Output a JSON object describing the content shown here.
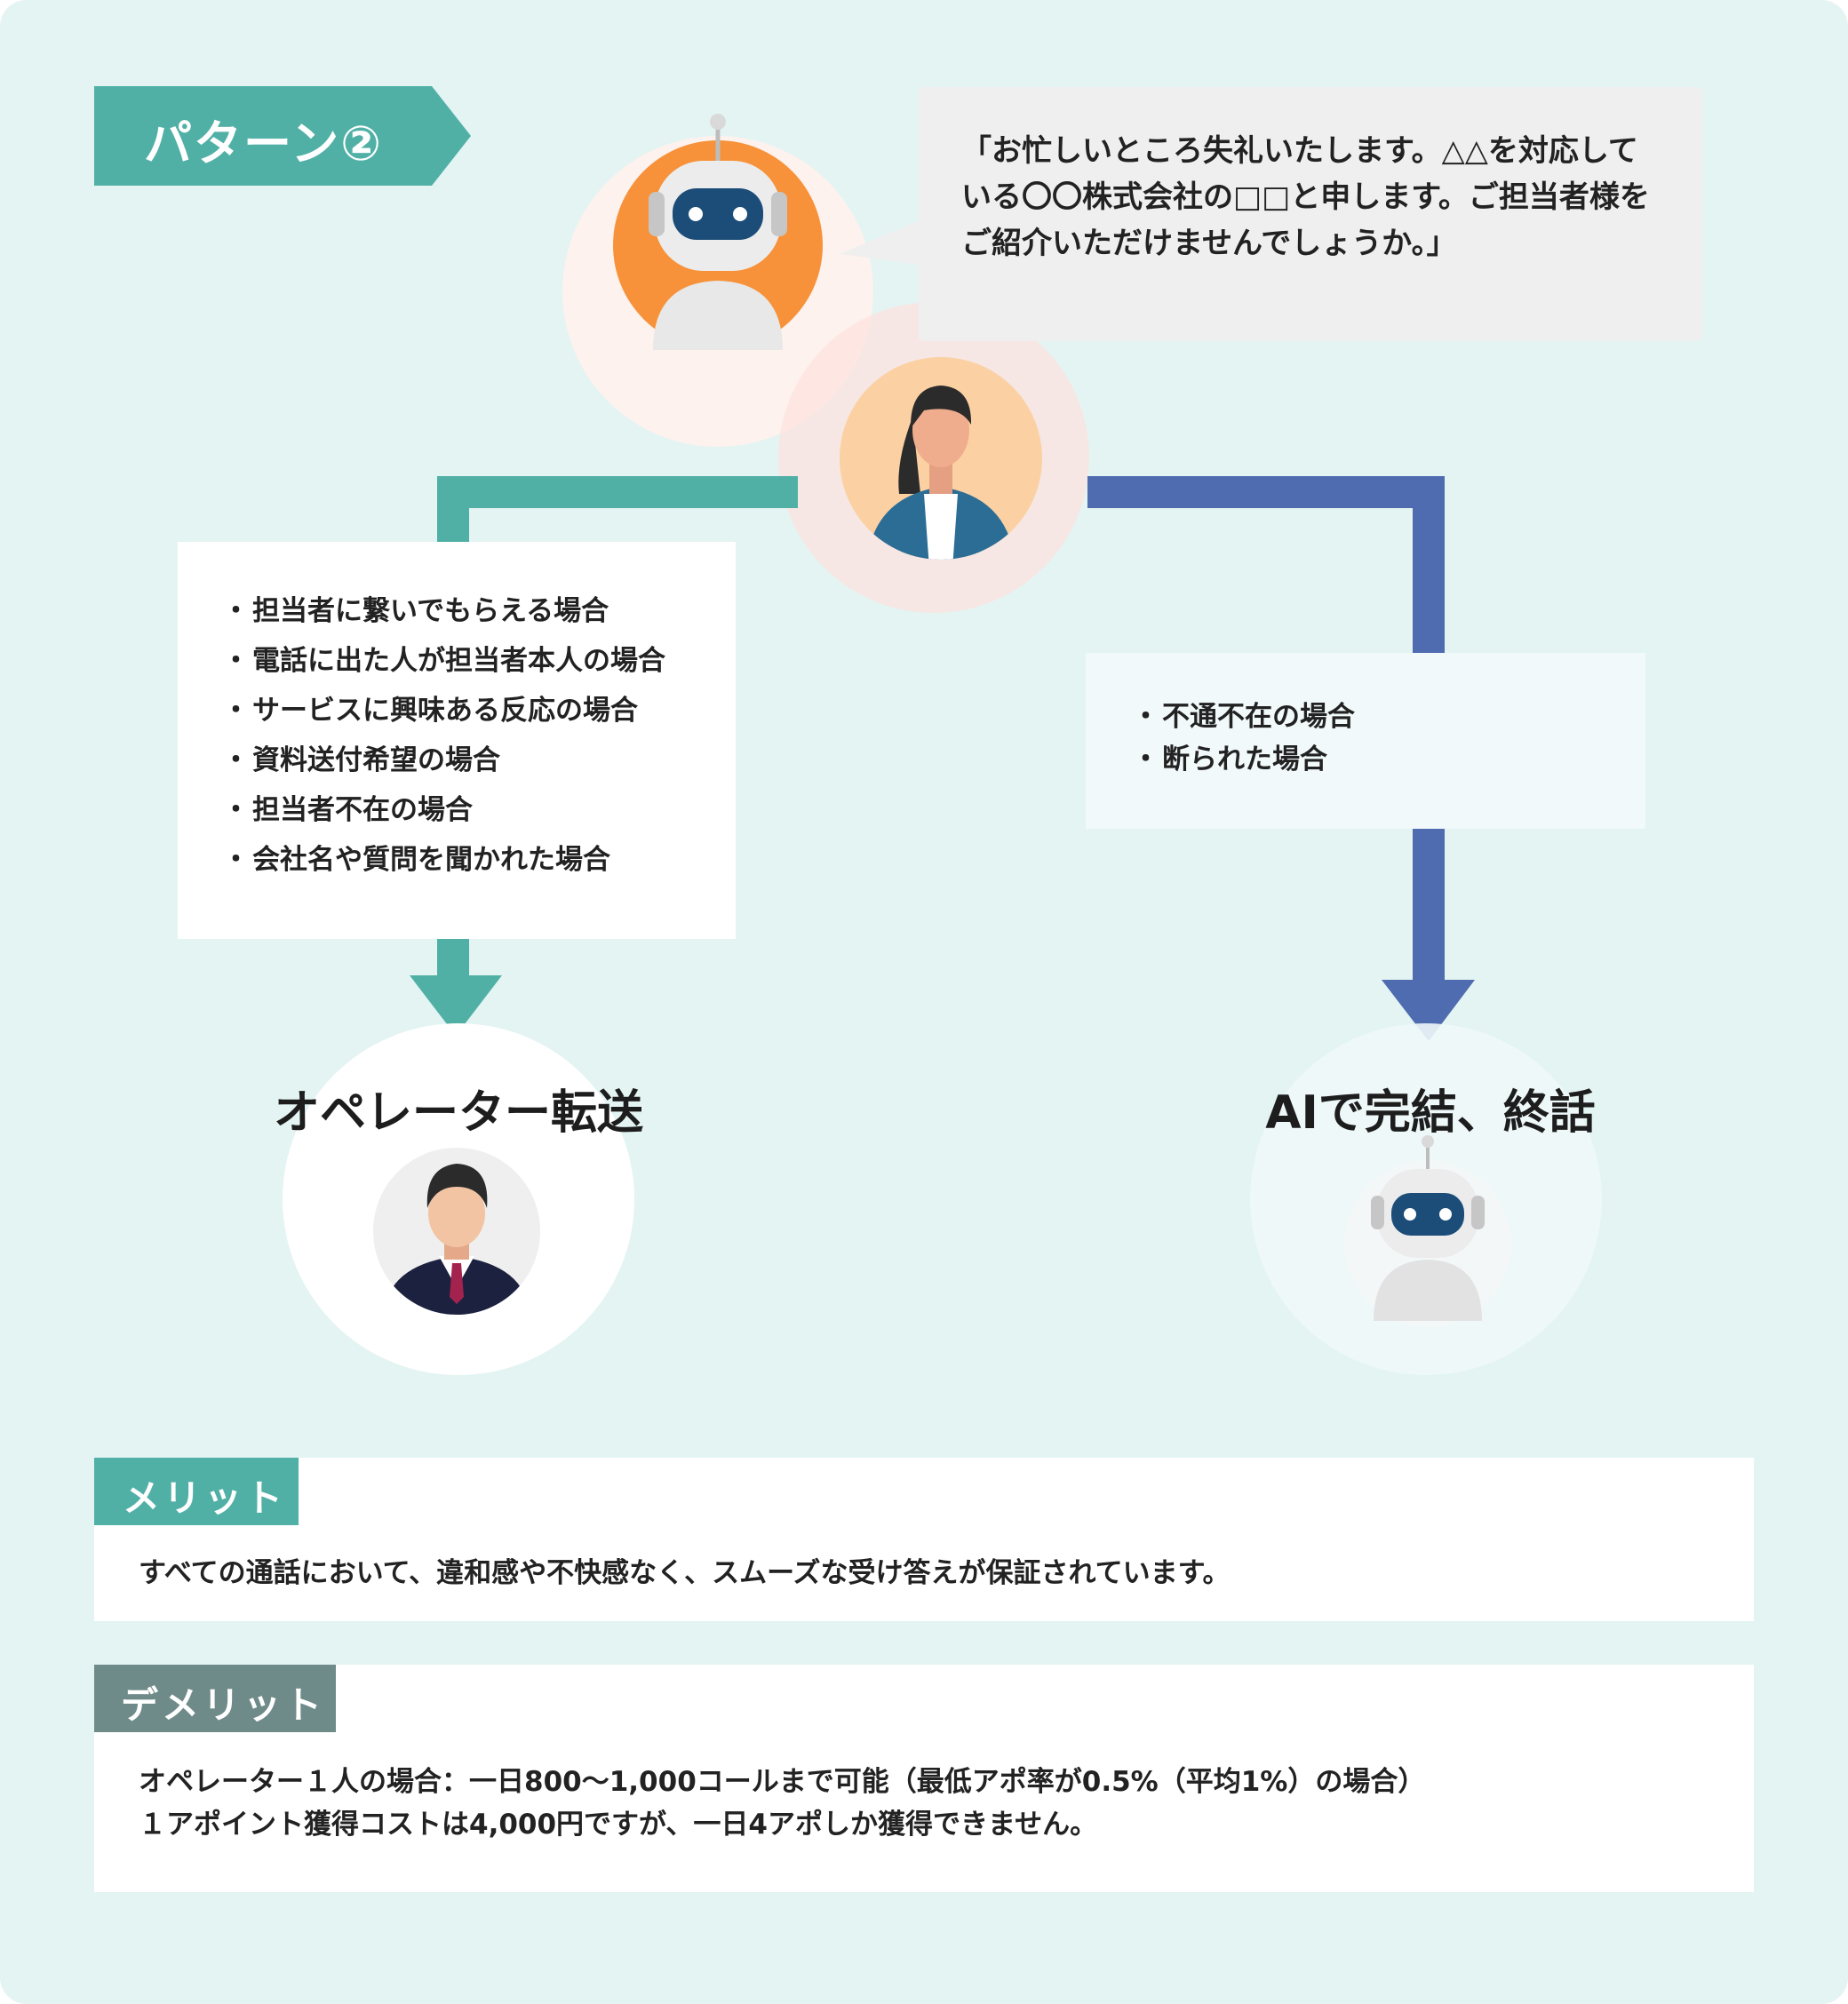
{
  "pattern_tag": {
    "label": "パターン②",
    "color": "#51b0a6"
  },
  "speech_bubble": {
    "text": "「お忙しいところ失礼いたします。△△を対応している〇〇株式会社の□□と申します。ご担当者様をご紹介いただけませんでしょうか。」"
  },
  "left_branch": {
    "color": "#51b0a6",
    "items": [
      "担当者に繋いでもらえる場合",
      "電話に出た人が担当者本人の場合",
      "サービスに興味ある反応の場合",
      "資料送付希望の場合",
      "担当者不在の場合",
      "会社名や質問を聞かれた場合"
    ],
    "result_label": "オペレーター転送"
  },
  "right_branch": {
    "color": "#4f6cb1",
    "items": [
      "不通不在の場合",
      "断られた場合"
    ],
    "result_label": "AIで完結、終話"
  },
  "merit": {
    "label": "メリット",
    "color": "#51b0a6",
    "text": "すべての通話において、違和感や不快感なく、スムーズな受け答えが保証されています。"
  },
  "demerit": {
    "label": "デメリット",
    "color": "#6f8b89",
    "lines": [
      "オペレーター１人の場合：一日800〜1,000コールまで可能（最低アポ率が0.5%（平均1%）の場合）",
      "１アポイント獲得コストは4,000円ですが、一日4アポしか獲得できません。"
    ]
  },
  "icons": {
    "ai_robot_caller": "robot-icon",
    "receptionist": "businesswoman-icon",
    "operator": "businessman-icon",
    "ai_robot_end": "robot-icon"
  }
}
